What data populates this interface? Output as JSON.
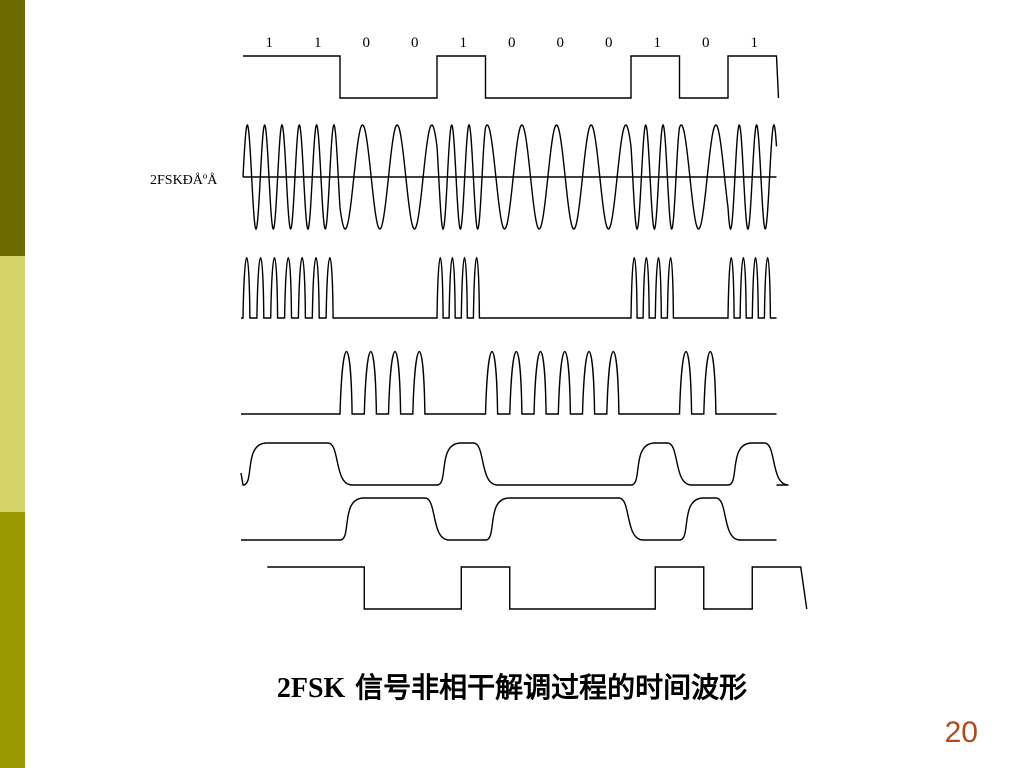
{
  "slide": {
    "caption_latin": "2FSK",
    "caption_cjk": "信号非相干解调过程的时间波形",
    "page_number": "20",
    "signal_label": "2FSKÐÅºÅ"
  },
  "bits": [
    "1",
    "1",
    "0",
    "0",
    "1",
    "0",
    "0",
    "0",
    "1",
    "0",
    "1"
  ],
  "colors": {
    "sidebar_top": "#6b6b00",
    "sidebar_mid": "#d4d46a",
    "sidebar_bot": "#9a9a00",
    "page_number": "#b24a1a",
    "waveform": "#000000"
  }
}
